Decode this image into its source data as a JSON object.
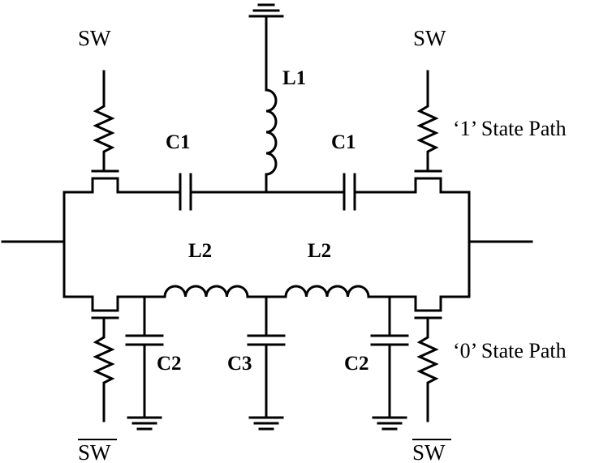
{
  "labels": {
    "sw_top_left": "SW",
    "sw_top_right": "SW",
    "sw_bar_bottom_left": "SW",
    "sw_bar_bottom_right": "SW",
    "l1": "L1",
    "c1_left": "C1",
    "c1_right": "C1",
    "l2_left": "L2",
    "l2_right": "L2",
    "c2_left": "C2",
    "c3": "C3",
    "c2_right": "C2",
    "state_1": "‘1’ State Path",
    "state_0": "‘0’ State Path"
  },
  "colors": {
    "stroke": "#000000",
    "background": "#ffffff"
  },
  "icons": {
    "ground_top": "ground-symbol",
    "ground_bottom": "ground-symbol",
    "switch": "fet-switch-symbol",
    "resistor": "resistor-zigzag-symbol",
    "inductor": "inductor-coil-symbol",
    "capacitor": "capacitor-symbol"
  }
}
